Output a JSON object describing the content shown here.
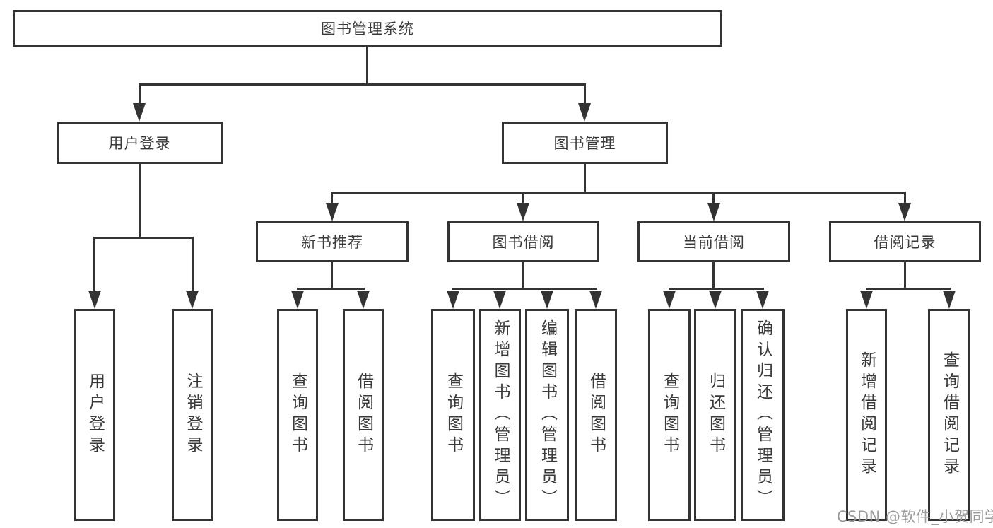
{
  "diagram": {
    "root": {
      "label": "图书管理系统"
    },
    "branches": [
      {
        "label": "用户登录",
        "leaves": [
          {
            "label": "用户登录"
          },
          {
            "label": "注销登录"
          }
        ]
      },
      {
        "label": "图书管理",
        "sections": [
          {
            "label": "新书推荐",
            "leaves": [
              {
                "label": "查询图书"
              },
              {
                "label": "借阅图书"
              }
            ]
          },
          {
            "label": "图书借阅",
            "leaves": [
              {
                "label": "查询图书"
              },
              {
                "label": "新增图书（管理员）"
              },
              {
                "label": "编辑图书（管理员）"
              },
              {
                "label": "借阅图书"
              }
            ]
          },
          {
            "label": "当前借阅",
            "leaves": [
              {
                "label": "查询图书"
              },
              {
                "label": "归还图书"
              },
              {
                "label": "确认归还（管理员）"
              }
            ]
          },
          {
            "label": "借阅记录",
            "leaves": [
              {
                "label": "新增借阅记录"
              },
              {
                "label": "查询借阅记录"
              }
            ]
          }
        ]
      }
    ]
  },
  "watermark": {
    "text": "CSDN @软件_小贺同学"
  },
  "colors": {
    "line": "#333333",
    "text": "#3a3a3a",
    "watermark": "#9b9b9b",
    "background": "#ffffff"
  }
}
